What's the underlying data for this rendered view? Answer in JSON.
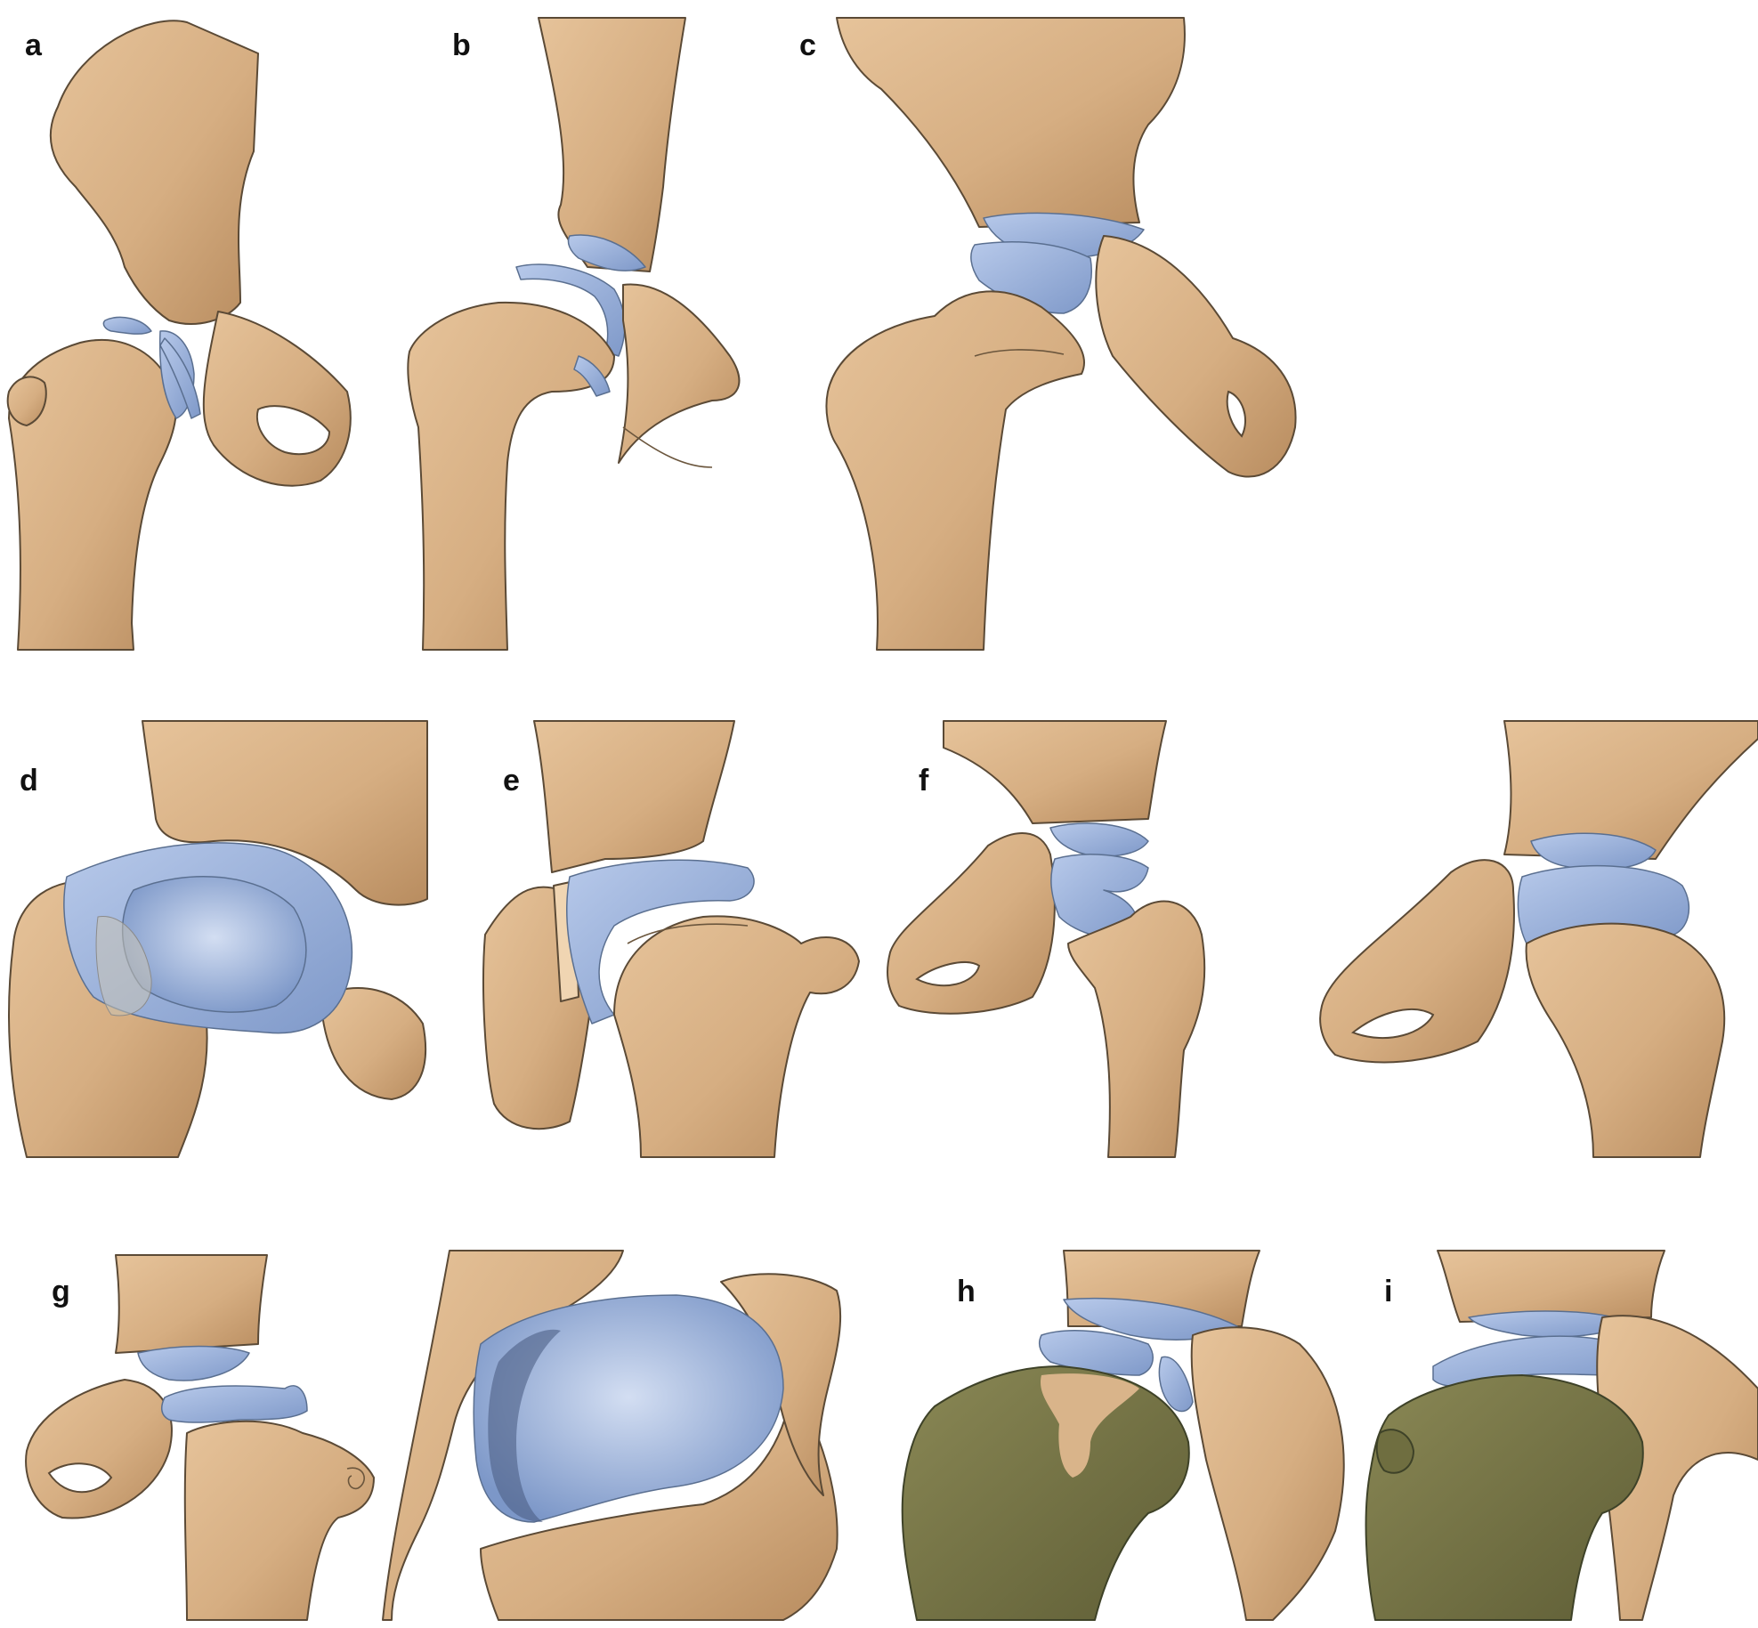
{
  "panels": [
    {
      "id": "a",
      "label": "a"
    },
    {
      "id": "b",
      "label": "b"
    },
    {
      "id": "c",
      "label": "c"
    },
    {
      "id": "d",
      "label": "d"
    },
    {
      "id": "e",
      "label": "e"
    },
    {
      "id": "f",
      "label": "f"
    },
    {
      "id": "g",
      "label": "g"
    },
    {
      "id": "h",
      "label": "h"
    },
    {
      "id": "i",
      "label": "i"
    }
  ],
  "colors": {
    "bone": "#d9b48a",
    "bone_shadow": "#b98e62",
    "cartilage": "#8fa9d6",
    "cartilage_light": "#c3d3ee",
    "sclerotic_bone": "#7d7b4c",
    "outline": "#5b4a36"
  }
}
